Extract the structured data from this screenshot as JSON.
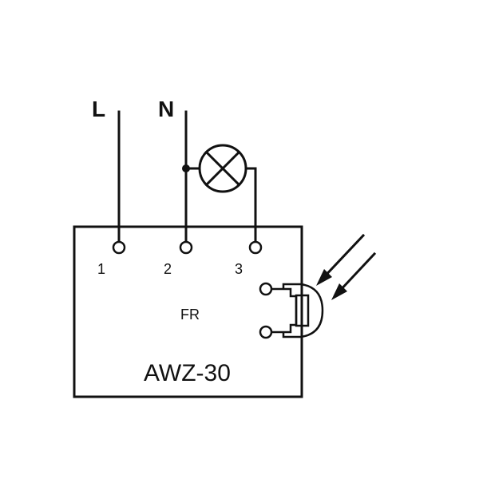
{
  "lines": {
    "line_label": "L",
    "neutral_label": "N"
  },
  "terminals": {
    "t1": "1",
    "t2": "2",
    "t3": "3"
  },
  "device": {
    "sensor_label": "FR",
    "model": "AWZ-30"
  }
}
